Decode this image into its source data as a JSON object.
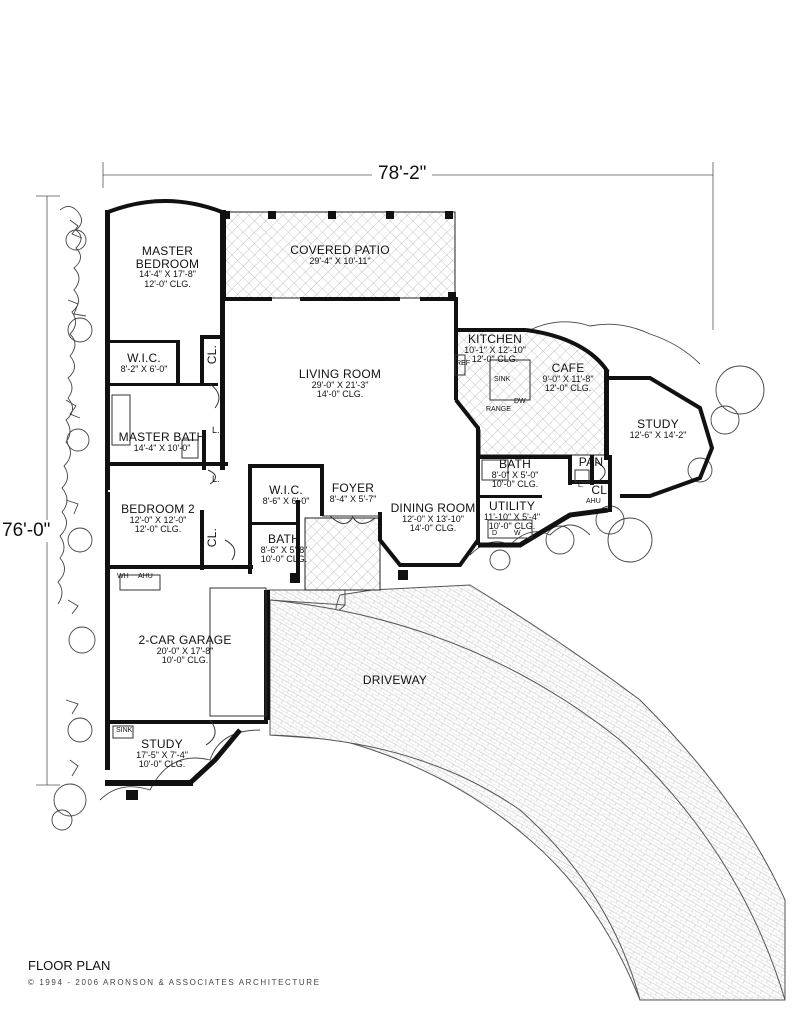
{
  "overall": {
    "width_dim": "78'-2\"",
    "depth_dim": "76'-0\""
  },
  "rooms": {
    "master_bedroom": {
      "name": "MASTER BEDROOM",
      "dim": "14'-4\" X 17'-8\"",
      "clg": "12'-0\" CLG."
    },
    "covered_patio": {
      "name": "COVERED PATIO",
      "dim": "29'-4\" X 10'-11\""
    },
    "wic_master": {
      "name": "W.I.C.",
      "dim": "8'-2\" X 6'-0\""
    },
    "living_room": {
      "name": "LIVING ROOM",
      "dim": "29'-0\" X 21'-3\"",
      "clg": "14'-0\" CLG."
    },
    "kitchen": {
      "name": "KITCHEN",
      "dim": "10'-1\" X 12'-10\"",
      "clg": "12'-0\" CLG."
    },
    "cafe": {
      "name": "CAFE",
      "dim": "9'-0\" X 11'-8\"",
      "clg": "12'-0\" CLG."
    },
    "study_right": {
      "name": "STUDY",
      "dim": "12'-6\" X 14'-2\""
    },
    "master_bath": {
      "name": "MASTER BATH",
      "dim": "14'-4\" X 10'-0\""
    },
    "bath_right": {
      "name": "BATH",
      "dim": "8'-0\" X 5'-0\"",
      "clg": "10'-0\" CLG."
    },
    "pan": {
      "name": "PAN"
    },
    "cl_right": {
      "name": "CL."
    },
    "wic_center": {
      "name": "W.I.C.",
      "dim": "8'-6\" X 6'-0\""
    },
    "foyer": {
      "name": "FOYER",
      "dim": "8'-4\" X 5'-7\""
    },
    "bedroom2": {
      "name": "BEDROOM 2",
      "dim": "12'-0\" X 12'-0\"",
      "clg": "12'-0\" CLG."
    },
    "dining_room": {
      "name": "DINING ROOM",
      "dim": "12'-0\" X 13'-10\"",
      "clg": "14'-0\" CLG."
    },
    "utility": {
      "name": "UTILITY",
      "dim": "11'-10\" X 5'-4\"",
      "clg": "10'-0\" CLG."
    },
    "bath_center": {
      "name": "BATH",
      "dim": "8'-6\" X 5'-8\"",
      "clg": "10'-0\" CLG."
    },
    "cl_master": {
      "name": "CL."
    },
    "cl_bed2": {
      "name": "CL."
    },
    "garage": {
      "name": "2-CAR GARAGE",
      "dim": "20'-0\" X 17'-8\"",
      "clg": "10'-0\" CLG."
    },
    "driveway": {
      "name": "DRIVEWAY"
    },
    "study_left": {
      "name": "STUDY",
      "dim": "17'-5\" X 7'-4\"",
      "clg": "10'-0\" CLG."
    }
  },
  "tags": {
    "ref": "REF",
    "sink": "SINK",
    "dw": "DW",
    "range": "RANGE",
    "wh": "WH",
    "ahu": "AHU",
    "ahu2": "AHU",
    "sink_study": "SINK",
    "l_master": "L.",
    "l_bed2": "L.",
    "l_pan": "L.",
    "d": "D",
    "w": "W"
  },
  "footer": {
    "title": "FLOOR PLAN",
    "copyright": "© 1994 - 2006 ARONSON & ASSOCIATES ARCHITECTURE"
  }
}
